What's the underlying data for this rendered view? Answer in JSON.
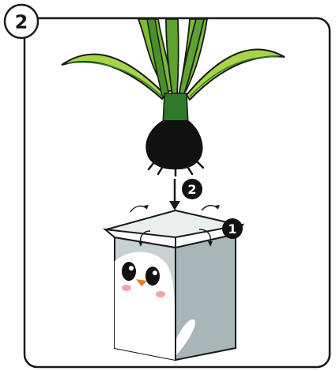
{
  "step_number": "2",
  "markers": {
    "fold_marker": "1",
    "insert_marker": "2"
  },
  "colors": {
    "frame_border": "#1a1a1a",
    "leaf_light": "#a8d44a",
    "leaf_dark": "#2f7a2a",
    "bulb": "#111111",
    "box_side": "#a9b6b8",
    "box_front": "#c8d2d3",
    "box_rim": "#ffffff",
    "penguin_body": "#ffffff",
    "penguin_beak": "#f07b1e",
    "penguin_cheek": "#f5a3a6",
    "marker_fill": "#111111",
    "marker_text": "#ffffff"
  },
  "icons": {
    "plant": "bulb-plant-icon",
    "box": "penguin-box-icon",
    "down_arrow": "down-arrow-icon",
    "fold_arrows": "fold-arrow-icon"
  }
}
